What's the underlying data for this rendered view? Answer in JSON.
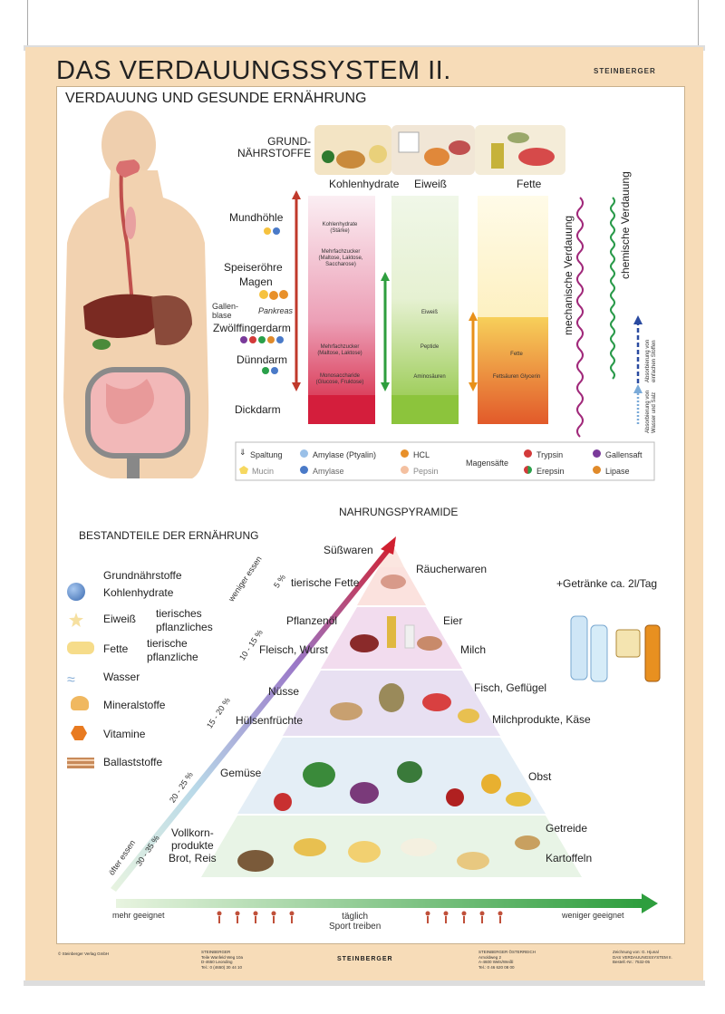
{
  "header": {
    "title": "DAS VERDAUUNGSSYSTEM  II.",
    "subtitle": "VERDAUUNG UND GESUNDE ERNÄHRUNG",
    "logo": "STEINBERGER"
  },
  "digestion": {
    "nutrients_heading": "GRUND-\nNÄHRSTOFFE",
    "columns": [
      {
        "label": "Kohlenhydrate",
        "color": "#d41e3c",
        "steps": [
          "Kohlenhydrate (Stärke)",
          "Mehrfachzucker (Maltose, Laktose, Saccharose)",
          "Mehrfachzucker (Maltose, Laktose)",
          "Monosaccharide (Glucose, Fruktose)"
        ]
      },
      {
        "label": "Eiweiß",
        "color": "#8cc43c",
        "steps": [
          "Eiweiß",
          "Peptide",
          "Aminosäuren"
        ]
      },
      {
        "label": "Fette",
        "color": "#e8a830",
        "steps": [
          "Fette",
          "Fettsäuren Glycerin"
        ]
      }
    ],
    "organs": [
      "Mundhöhle",
      "Speiseröhre",
      "Magen",
      "Gallen-\nblase",
      "Pankreas",
      "Zwölffingerdarm",
      "Dünndarm",
      "Dickdarm"
    ],
    "side_labels": {
      "mechanical": "mechanische Verdauung",
      "chemical": "chemische Verdauung",
      "absorb_substances": "Absorbierung von einfachen Stoffen",
      "absorb_water": "Absorbierung von Wasser und Salz"
    },
    "legend": {
      "items": [
        "Spaltung",
        "Amylase (Ptyalin)",
        "HCL",
        "Trypsin",
        "Gallensaft",
        "Mucin",
        "Amylase",
        "Pepsin",
        "Erepsin",
        "Lipase"
      ],
      "group_label": "Magensäfte"
    }
  },
  "nutrition": {
    "pyramid_title": "NAHRUNGSPYRAMIDE",
    "components_title": "BESTANDTEILE DER ERNÄHRUNG",
    "components": {
      "basic_nutrients": "Grundnährstoffe",
      "carbs": "Kohlenhydrate",
      "protein": "Eiweiß",
      "protein_animal": "tierisches",
      "protein_plant": "pflanzliches",
      "fats": "Fette",
      "fats_animal": "tierische",
      "fats_plant": "pflanzliche",
      "water": "Wasser",
      "minerals": "Mineralstoffe",
      "vitamins": "Vitamine",
      "fiber": "Ballaststoffe"
    },
    "tiers_left": [
      "Süßwaren",
      "tierische Fette",
      "Pflanzenöl",
      "Fleisch, Wurst",
      "Nüsse",
      "Hülsenfrüchte",
      "Gemüse",
      "Vollkorn-\nprodukte\nBrot, Reis"
    ],
    "tiers_right": [
      "Räucherwaren",
      "Eier",
      "Milch",
      "Fisch, Geflügel",
      "Milchprodukte, Käse",
      "Obst",
      "Getreide",
      "Kartoffeln"
    ],
    "percentages": [
      "5 %",
      "10 - 15 %",
      "15 - 20 %",
      "20 - 25 %",
      "30 - 35 %"
    ],
    "axis_less": "weniger essen",
    "axis_more": "öfter essen",
    "bottom_left": "mehr geeignet",
    "bottom_right": "weniger geeignet",
    "sport": "täglich\nSport treiben",
    "drinks": "+Getränke ca. 2l/Tag"
  },
  "footer": {
    "copyright": "© Steinberger Verlag GmbH",
    "publisher_left": "STEINBERGER\nTeile Wanfeld Weg 10a\nD-4650 Leonding\nTel.: 0 (4650) 30 44 10",
    "logo": "STEINBERGER",
    "publisher_right": "STEINBERGER ÖSTERREICH\nArnoldweg 2\nA-4600 Wels/Weißl\nTel.: 0 46 620 08 00",
    "credit": "Zeichnung von: G. Hjunal\nDAS VERDAUUNGSSYSTEM II.\nBestell.-Nr.: 7532-05"
  }
}
